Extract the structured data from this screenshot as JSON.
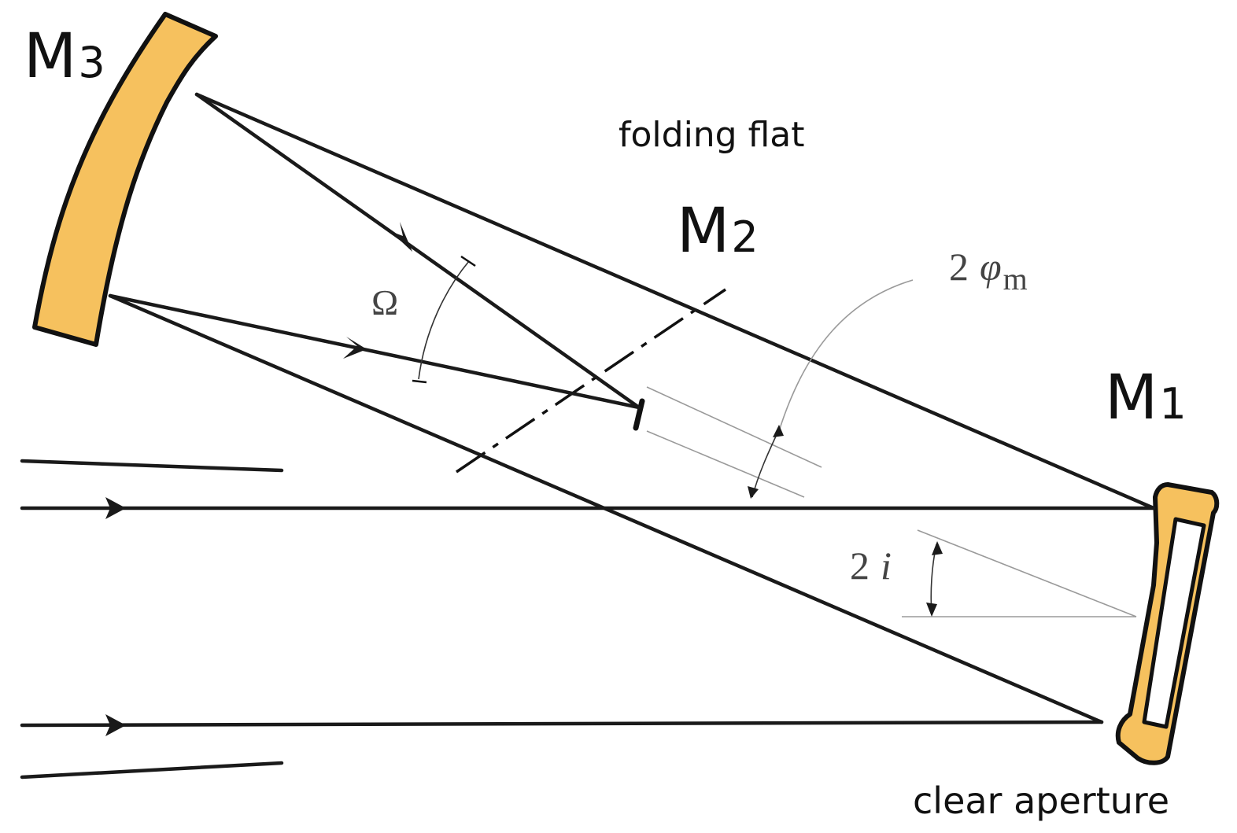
{
  "labels": {
    "m3": {
      "main": "M",
      "sub": "3"
    },
    "m2": {
      "main": "M",
      "sub": "2"
    },
    "m1": {
      "main": "M",
      "sub": "1"
    },
    "folding_flat": "folding flat",
    "clear_aperture": "clear aperture",
    "omega": "Ω",
    "two_phi": {
      "prefix": "2",
      "symbol": "φ",
      "sub": "m"
    },
    "two_i": {
      "prefix": "2",
      "symbol": "i"
    }
  },
  "colors": {
    "mirror_fill": "#f6c15e",
    "mirror_stroke": "#111111",
    "ray": "#1a1a1a",
    "guide": "#9a9a9a"
  }
}
